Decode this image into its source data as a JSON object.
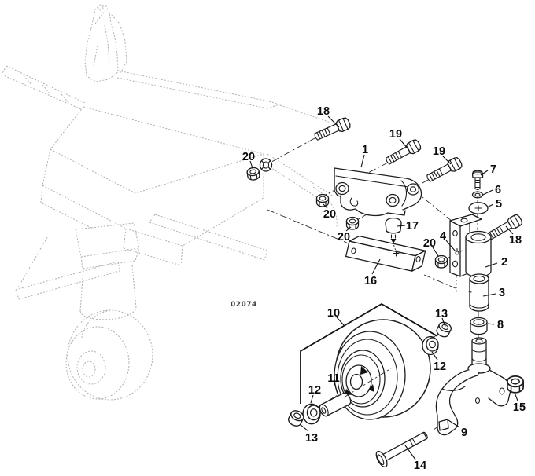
{
  "diagram_code": "02074",
  "colors": {
    "part_line": "#1c1c1c",
    "phantom_line": "#b0b0b0",
    "background": "#ffffff"
  },
  "callouts": [
    "18",
    "19",
    "19",
    "1",
    "7",
    "6",
    "5",
    "20",
    "20",
    "20",
    "17",
    "4",
    "20",
    "18",
    "2",
    "16",
    "3",
    "8",
    "13",
    "12",
    "10",
    "11",
    "12",
    "13",
    "9",
    "15",
    "14"
  ]
}
